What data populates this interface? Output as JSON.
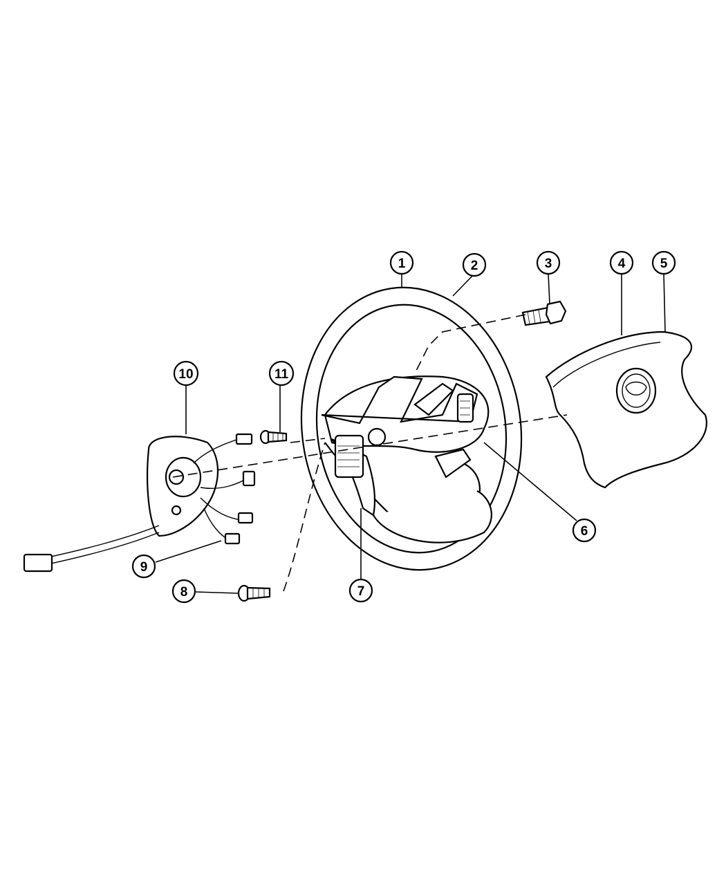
{
  "callouts": [
    {
      "id": "1",
      "label": "1"
    },
    {
      "id": "2",
      "label": "2"
    },
    {
      "id": "3",
      "label": "3"
    },
    {
      "id": "4",
      "label": "4"
    },
    {
      "id": "5",
      "label": "5"
    },
    {
      "id": "6",
      "label": "6"
    },
    {
      "id": "7",
      "label": "7"
    },
    {
      "id": "8",
      "label": "8"
    },
    {
      "id": "9",
      "label": "9"
    },
    {
      "id": "10",
      "label": "10"
    },
    {
      "id": "11",
      "label": "11"
    }
  ],
  "parts": {
    "steering_wheel": "steering-wheel",
    "airbag_module": "airbag-module",
    "clockspring": "clockspring",
    "bolt": "bolt",
    "screw": "screw"
  },
  "colors": {
    "line": "#000000",
    "background": "#ffffff"
  }
}
